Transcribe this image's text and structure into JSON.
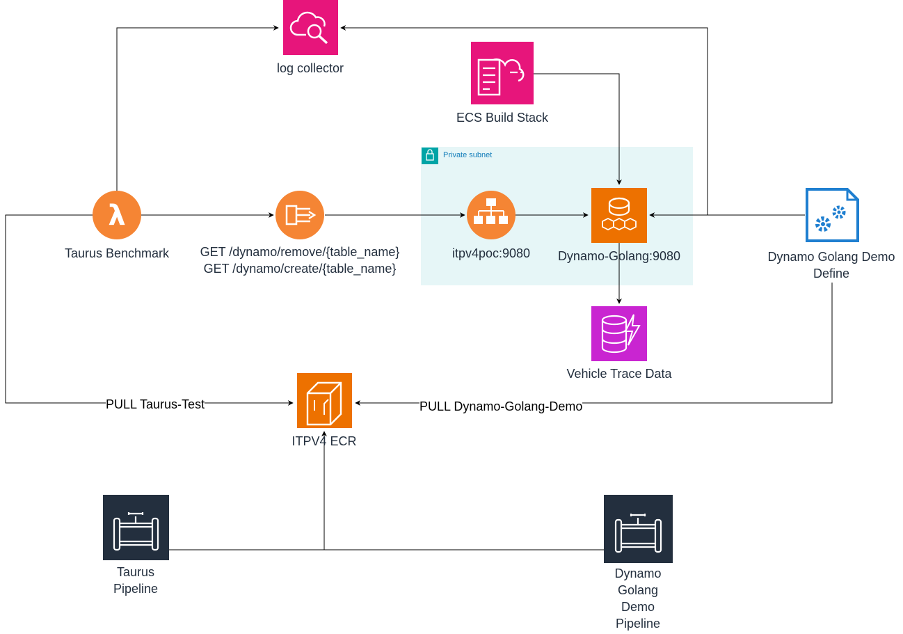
{
  "colors": {
    "management_pink": "#e7157b",
    "compute_orange": "#ed7100",
    "network_orange": "#f58534",
    "database_magenta": "#c925d1",
    "devtools_navy": "#232f3e",
    "subnet_fill": "#e6f6f7",
    "subnet_border": "#00a4a6",
    "doc_blue": "#1f7fd0"
  },
  "nodes": {
    "log_collector": {
      "label": "log collector",
      "icon": "cloudwatch-logs-search-icon"
    },
    "ecs_build_stack": {
      "label": "ECS Build Stack",
      "icon": "cloudformation-stack-icon"
    },
    "taurus_benchmark": {
      "label": "Taurus Benchmark",
      "icon": "lambda-icon"
    },
    "api_gateway": {
      "label": "GET /dynamo/remove/{table_name}\nGET /dynamo/create/{table_name}",
      "icon": "elb-endpoint-icon"
    },
    "itpv4poc": {
      "label": "itpv4poc:9080",
      "icon": "load-balancer-icon"
    },
    "dynamo_golang": {
      "label": "Dynamo-Golang:9080",
      "icon": "fargate-icon"
    },
    "demo_define": {
      "label": "Dynamo Golang Demo\nDefine",
      "icon": "config-doc-icon"
    },
    "vehicle_trace": {
      "label": "Vehicle Trace Data",
      "icon": "dynamodb-icon"
    },
    "ecr": {
      "label": "ITPV4 ECR",
      "icon": "ecr-icon"
    },
    "taurus_pipeline": {
      "label": "Taurus\nPipeline",
      "icon": "codepipeline-icon"
    },
    "dynamo_pipeline": {
      "label": "Dynamo\nGolang\nDemo\nPipeline",
      "icon": "codepipeline-icon"
    }
  },
  "subnet": {
    "label": "Private subnet",
    "icon": "lock-icon"
  },
  "edges": {
    "pull_taurus": "PULL Taurus-Test",
    "pull_dynamo": "PULL Dynamo-Golang-Demo"
  }
}
